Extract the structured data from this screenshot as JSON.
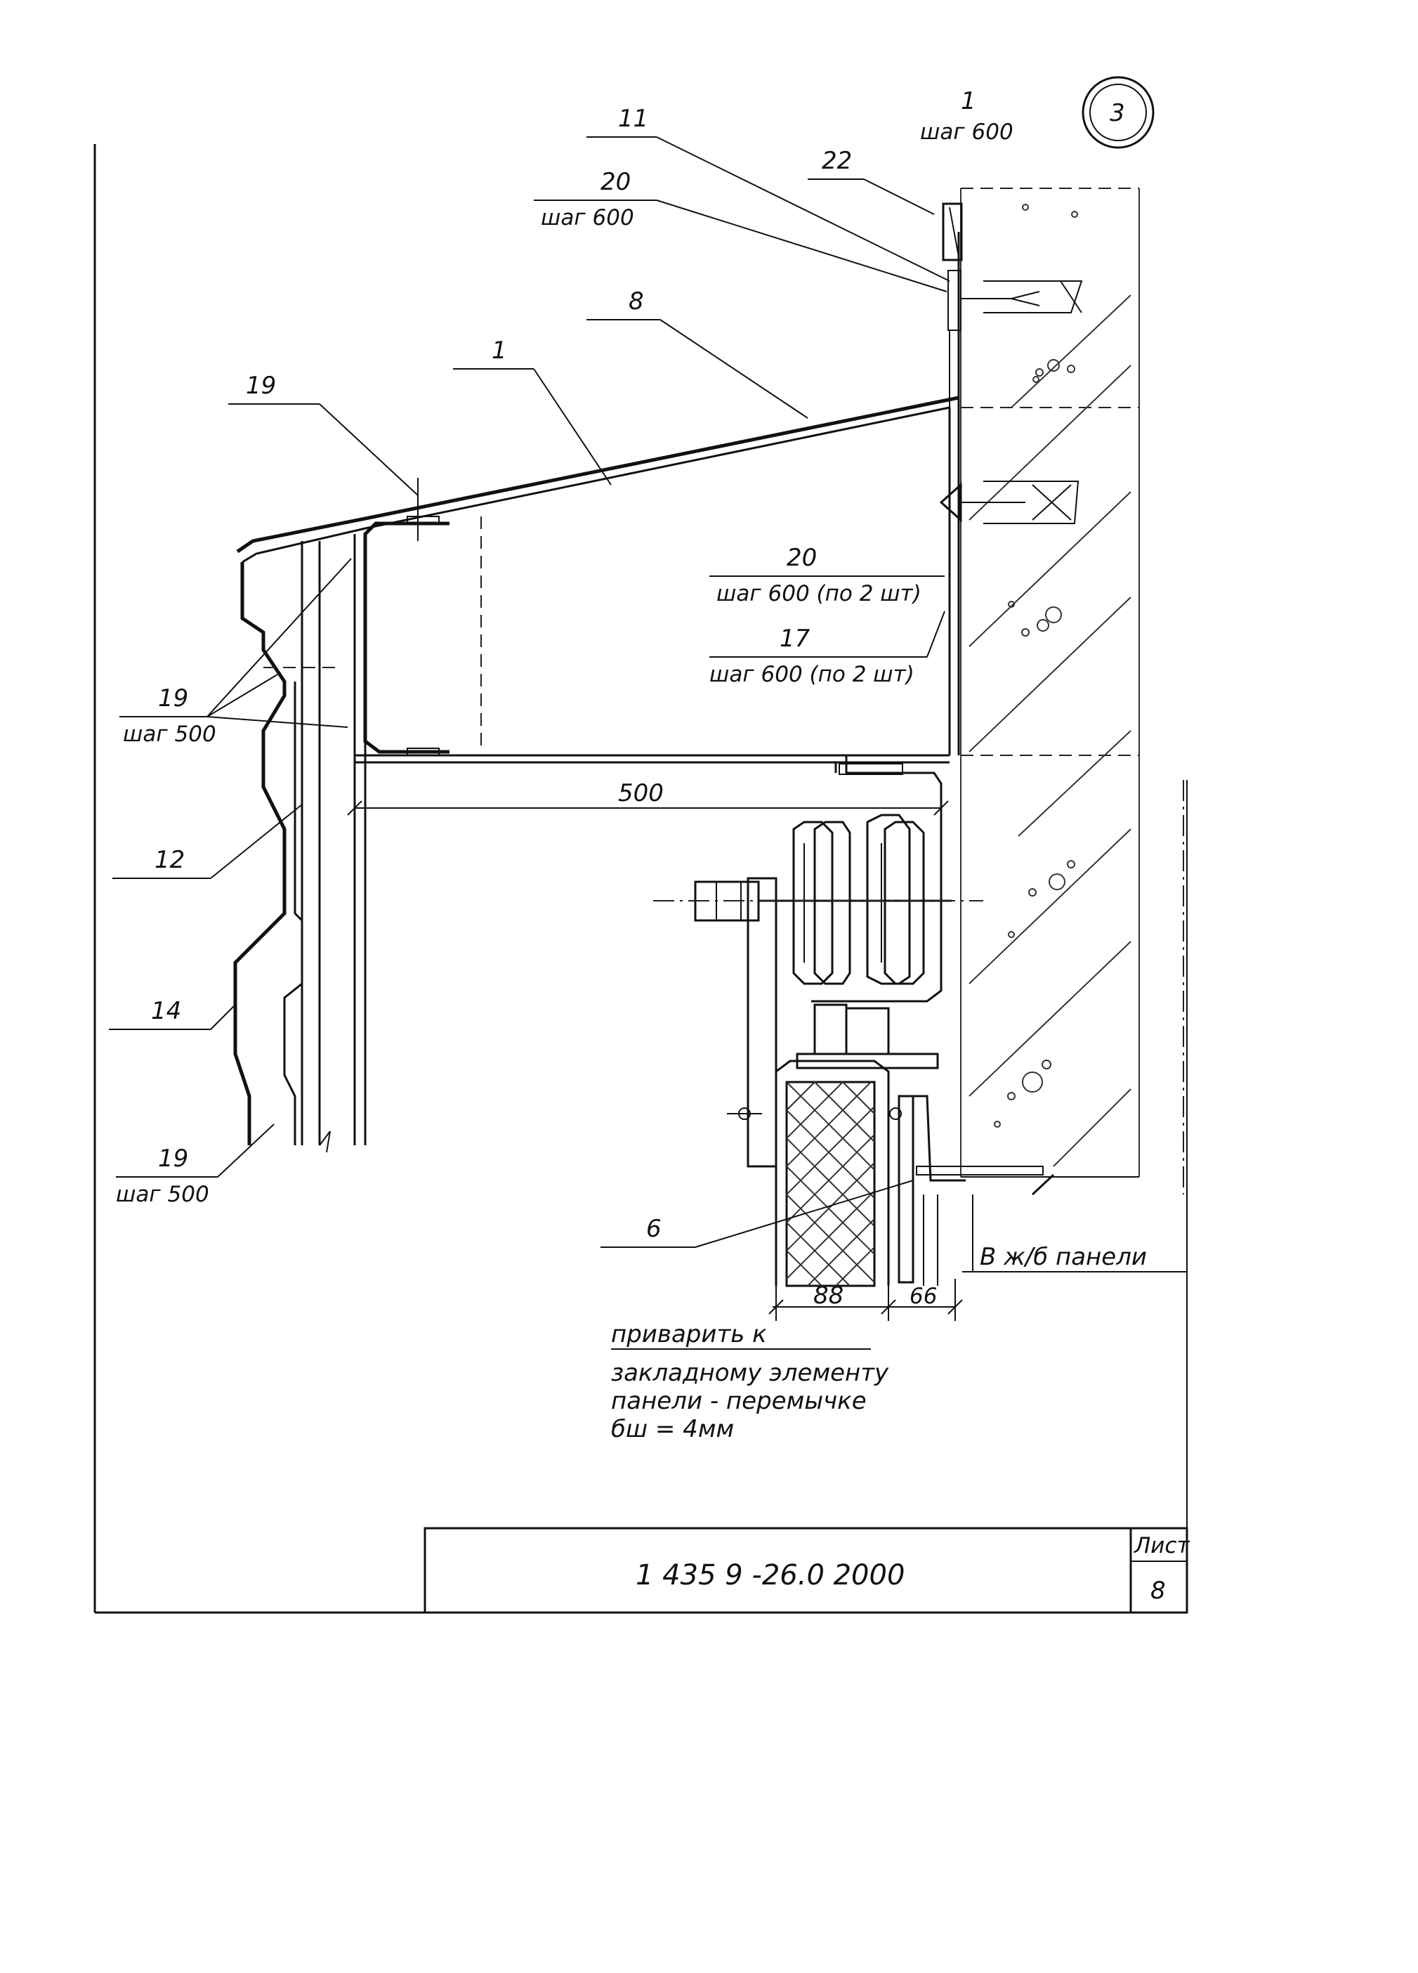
{
  "sheet": {
    "circle_number": "3",
    "top_marker": "1",
    "top_marker_step": "шаг 600"
  },
  "callouts": {
    "c11": "11",
    "c20_top": "20",
    "c20_top_step": "шаг 600",
    "c22": "22",
    "c8": "8",
    "c1": "1",
    "c19_top": "19",
    "c20_mid": "20",
    "c20_mid_step": "шаг 600 (по 2 шт)",
    "c17": "17",
    "c17_step": "шаг 600 (по 2 шт)",
    "c19_mid": "19",
    "c19_mid_step": "шаг 500",
    "c12": "12",
    "c14": "14",
    "c19_bot": "19",
    "c19_bot_step": "шаг 500",
    "c6": "6"
  },
  "dimensions": {
    "d500": "500",
    "d88": "88",
    "d66": "66"
  },
  "notes": {
    "panel": "В ж/б панели",
    "weld_line1": "приварить к",
    "weld_line2": "закладному элементу",
    "weld_line3": "панели - перемычке",
    "weld_line4": "бш = 4мм"
  },
  "stamp": {
    "doc_code": "1 435 9 -26.0 2000",
    "sheet_label": "Лист",
    "sheet_number": "8"
  }
}
